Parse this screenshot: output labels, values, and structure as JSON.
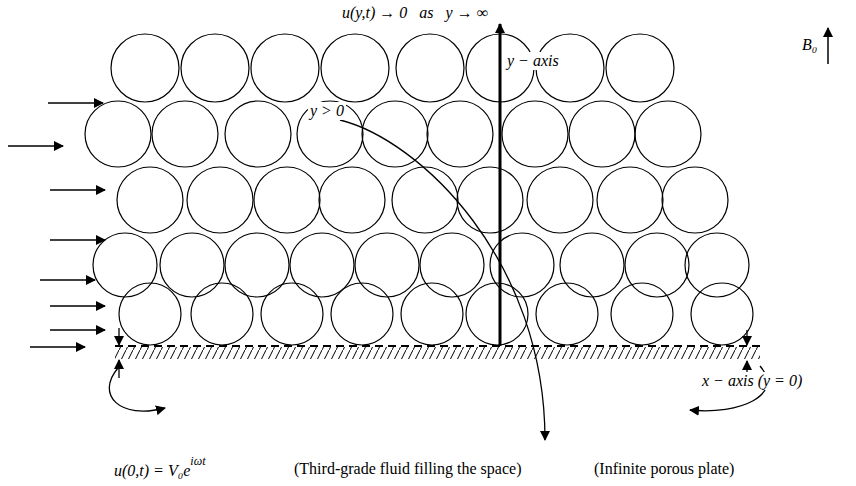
{
  "diagram": {
    "labels": [
      "u(y,t) → 0   as   y → ∞",
      "y − axis",
      "B₀",
      "y > 0",
      "x − axis (y = 0)",
      "u(0,t) = V₀e",
      "iωt",
      "(Third-grade fluid filling the space)",
      "(Infinite porous plate)"
    ]
  }
}
